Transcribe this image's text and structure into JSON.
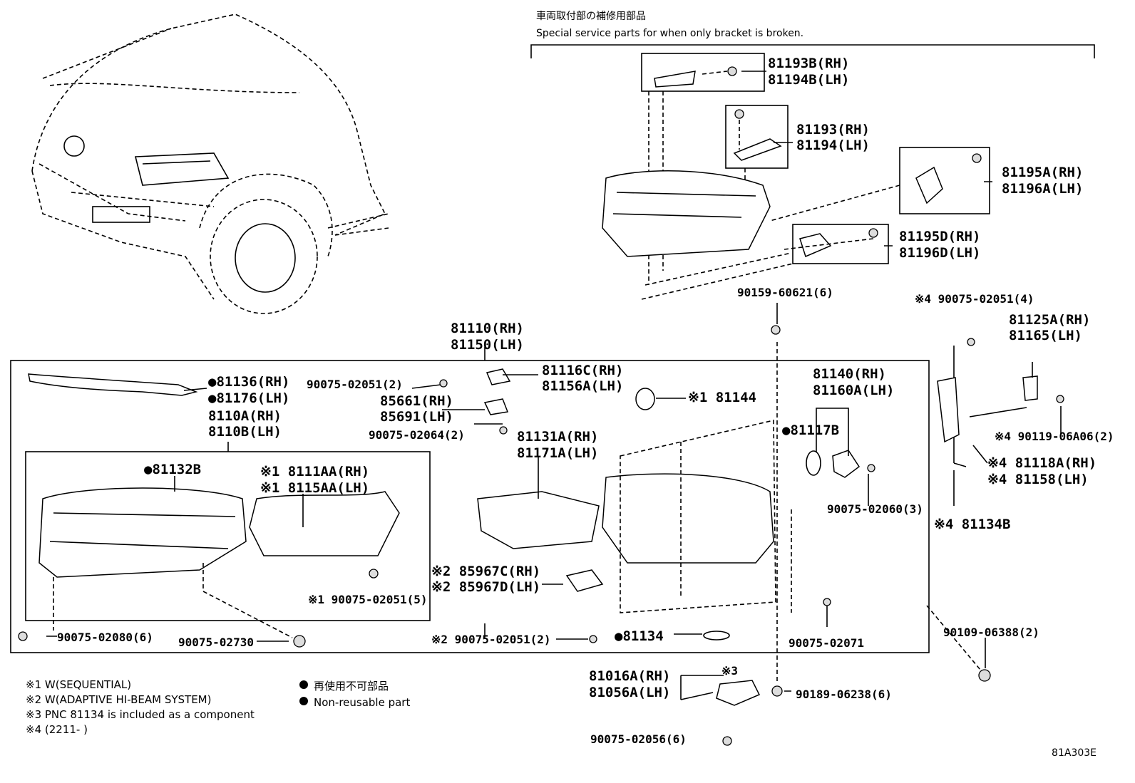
{
  "header": {
    "title_jp": "車両取付部の補修用部品",
    "title_en": "Special service parts for when only bracket is broken."
  },
  "part_labels": [
    {
      "id": "81193B-RH",
      "text": "81193B(RH)"
    },
    {
      "id": "81194B-LH",
      "text": "81194B(LH)"
    },
    {
      "id": "81193-RH",
      "text": "81193(RH)"
    },
    {
      "id": "81194-LH",
      "text": "81194(LH)"
    },
    {
      "id": "81195A-RH",
      "text": "81195A(RH)"
    },
    {
      "id": "81196A-LH",
      "text": "81196A(LH)"
    },
    {
      "id": "81195D-RH",
      "text": "81195D(RH)"
    },
    {
      "id": "81196D-LH",
      "text": "81196D(LH)"
    },
    {
      "id": "90159-60621",
      "text": "90159-60621(6)"
    },
    {
      "id": "90075-02051-4",
      "text": "※4 90075-02051(4)"
    },
    {
      "id": "81125A-RH",
      "text": "81125A(RH)"
    },
    {
      "id": "81165-LH",
      "text": "81165(LH)"
    },
    {
      "id": "81110-RH",
      "text": "81110(RH)"
    },
    {
      "id": "81150-LH",
      "text": "81150(LH)"
    },
    {
      "id": "81136-RH",
      "text": "●81136(RH)"
    },
    {
      "id": "81176-LH",
      "text": "●81176(LH)"
    },
    {
      "id": "8110A-RH",
      "text": "8110A(RH)"
    },
    {
      "id": "8110B-LH",
      "text": "8110B(LH)"
    },
    {
      "id": "90075-02051-2a",
      "text": "90075-02051(2)"
    },
    {
      "id": "81116C-RH",
      "text": "81116C(RH)"
    },
    {
      "id": "81156A-LH",
      "text": "81156A(LH)"
    },
    {
      "id": "85661-RH",
      "text": "85661(RH)"
    },
    {
      "id": "85691-LH",
      "text": "85691(LH)"
    },
    {
      "id": "81144",
      "text": "※1 81144"
    },
    {
      "id": "81140-RH",
      "text": "81140(RH)"
    },
    {
      "id": "81160A-LH",
      "text": "81160A(LH)"
    },
    {
      "id": "90075-02064",
      "text": "90075-02064(2)"
    },
    {
      "id": "81131A-RH",
      "text": "81131A(RH)"
    },
    {
      "id": "81171A-LH",
      "text": "81171A(LH)"
    },
    {
      "id": "81117B",
      "text": "●81117B"
    },
    {
      "id": "90119-06A06",
      "text": "※4 90119-06A06(2)"
    },
    {
      "id": "81118A-RH",
      "text": "※4 81118A(RH)"
    },
    {
      "id": "81158-LH",
      "text": "※4 81158(LH)"
    },
    {
      "id": "81132B",
      "text": "●81132B"
    },
    {
      "id": "8111AA-RH",
      "text": "※1 8111AA(RH)"
    },
    {
      "id": "8115AA-LH",
      "text": "※1 8115AA(LH)"
    },
    {
      "id": "90075-02060",
      "text": "90075-02060(3)"
    },
    {
      "id": "81134B",
      "text": "※4 81134B"
    },
    {
      "id": "85967C-RH",
      "text": "※2 85967C(RH)"
    },
    {
      "id": "85967D-LH",
      "text": "※2 85967D(LH)"
    },
    {
      "id": "90075-02051-5",
      "text": "※1 90075-02051(5)"
    },
    {
      "id": "90109-06388",
      "text": "90109-06388(2)"
    },
    {
      "id": "90075-02080",
      "text": "90075-02080(6)"
    },
    {
      "id": "90075-02730",
      "text": "90075-02730"
    },
    {
      "id": "90075-02051-2b",
      "text": "※2 90075-02051(2)"
    },
    {
      "id": "81134",
      "text": "●81134"
    },
    {
      "id": "90075-02071",
      "text": "90075-02071"
    },
    {
      "id": "81016A-RH",
      "text": "81016A(RH)"
    },
    {
      "id": "81056A-LH",
      "text": "81056A(LH)"
    },
    {
      "id": "note3-mark",
      "text": "※3"
    },
    {
      "id": "90189-06238",
      "text": "90189-06238(6)"
    },
    {
      "id": "90075-02056",
      "text": "90075-02056(6)"
    }
  ],
  "footnotes": [
    "※1 W(SEQUENTIAL)",
    "※2 W(ADAPTIVE HI-BEAM SYSTEM)",
    "※3 PNC 81134 is included as a component",
    "※4 (2211-      )"
  ],
  "legend": {
    "jp": "再使用不可部品",
    "en": "Non-reusable part"
  },
  "diagram_code": "81A303E"
}
